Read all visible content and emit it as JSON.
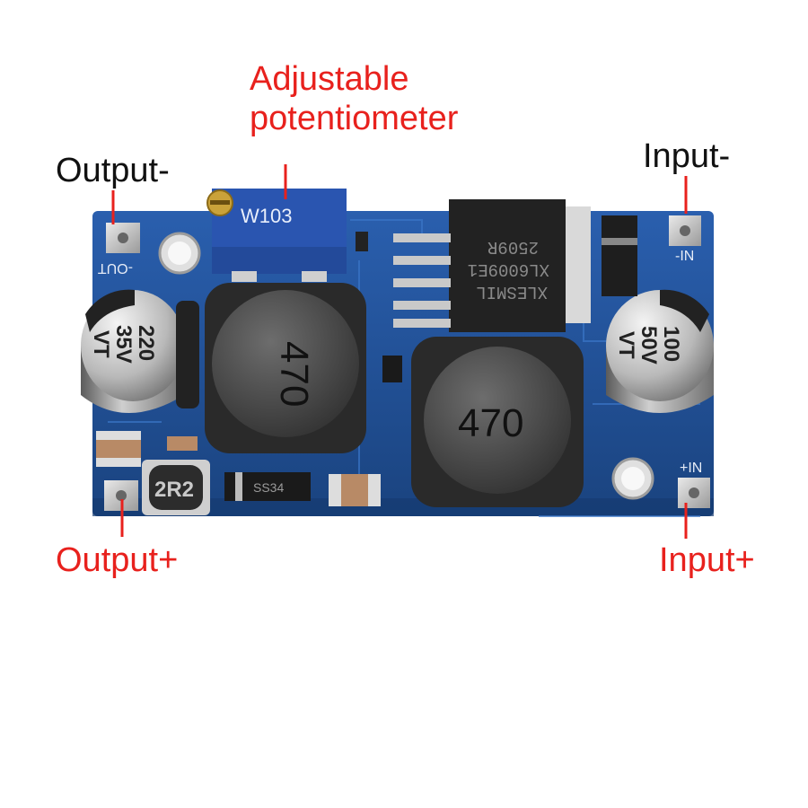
{
  "labels": {
    "output_minus": "Output-",
    "output_plus": "Output+",
    "input_minus": "Input-",
    "input_plus": "Input+",
    "potentiometer_line1": "Adjustable",
    "potentiometer_line2": "potentiometer"
  },
  "board_markings": {
    "out_minus": "-OUT",
    "in_minus": "-IN",
    "in_plus": "+IN",
    "potentiometer_code": "W103",
    "chip_line1": "XLESMIL",
    "chip_line2": "XL6009E1",
    "chip_line3": "2509R",
    "inductor_left": "470",
    "inductor_right": "470",
    "cap_left_value": "220",
    "cap_left_voltage": "35V",
    "cap_left_series": "VT",
    "cap_right_value": "100",
    "cap_right_voltage": "50V",
    "cap_right_series": "VT",
    "small_inductor": "2R2",
    "diode": "SS34"
  },
  "colors": {
    "pcb": "#1f4f97",
    "label_red": "#e8211d",
    "label_black": "#111111"
  }
}
